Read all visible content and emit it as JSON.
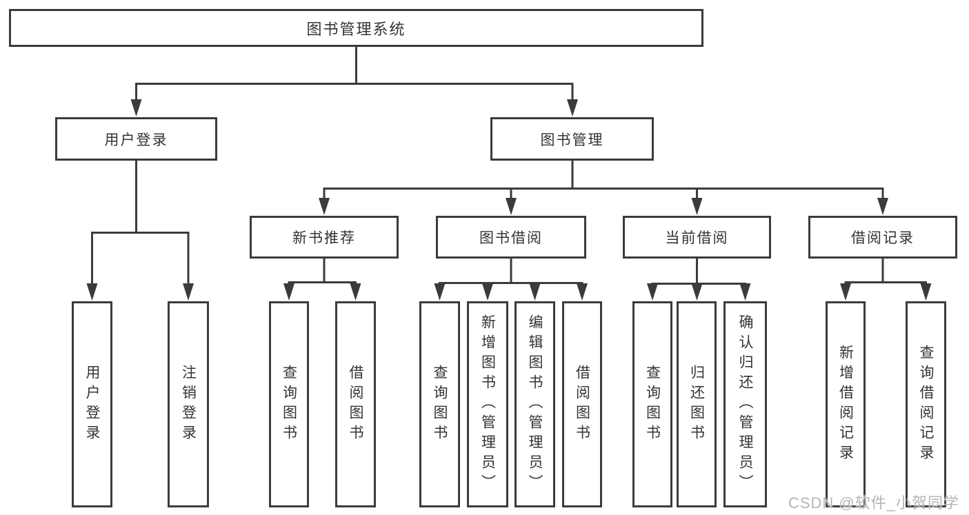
{
  "page": {
    "background": "#ffffff"
  },
  "colors": {
    "line": "#3b3b3b",
    "box_border": "#3b3b3b",
    "box_background": "#ffffff",
    "text": "#333333",
    "watermark": "#b5b5b5"
  },
  "watermark": {
    "text": "CSDN @软件_小贺同学"
  },
  "tree": {
    "root": {
      "label": "图书管理系统",
      "children": [
        {
          "label": "用户登录",
          "children": [
            {
              "label": "用户登录"
            },
            {
              "label": "注销登录"
            }
          ]
        },
        {
          "label": "图书管理",
          "children": [
            {
              "label": "新书推荐",
              "children": [
                {
                  "label": "查询图书"
                },
                {
                  "label": "借阅图书"
                }
              ]
            },
            {
              "label": "图书借阅",
              "children": [
                {
                  "label": "查询图书"
                },
                {
                  "label": "新增图书（管理员）"
                },
                {
                  "label": "编辑图书（管理员）"
                },
                {
                  "label": "借阅图书"
                }
              ]
            },
            {
              "label": "当前借阅",
              "children": [
                {
                  "label": "查询图书"
                },
                {
                  "label": "归还图书"
                },
                {
                  "label": "确认归还（管理员）"
                }
              ]
            },
            {
              "label": "借阅记录",
              "children": [
                {
                  "label": "新增借阅记录"
                },
                {
                  "label": "查询借阅记录"
                }
              ]
            }
          ]
        }
      ]
    }
  }
}
